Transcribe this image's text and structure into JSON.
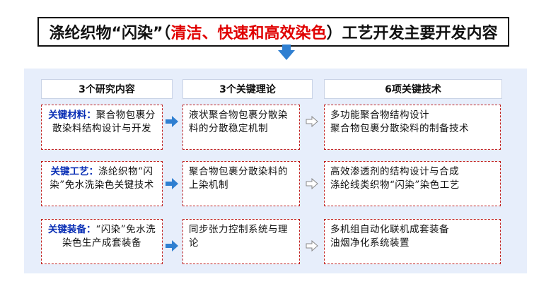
{
  "title": {
    "prefix": "涤纶织物“闪染”（",
    "highlight": "清洁、快速和高效染色",
    "suffix": "）工艺开发主要开发内容"
  },
  "columns": [
    {
      "header": "3个研究内容"
    },
    {
      "header": "3个关键理论"
    },
    {
      "header": "6项关键技术"
    }
  ],
  "rows": [
    {
      "keyword": "关键材料：",
      "content": "聚合物包裹分散染料结构设计与开发",
      "theory": "液状聚合物包裹分散染料的分散稳定机制",
      "tech_lines": [
        "多功能聚合物结构设计",
        "聚合物包裹分散染料的制备技术"
      ]
    },
    {
      "keyword": "关键工艺：",
      "content": "涤纶织物“闪染”免水洗染色关键技术",
      "theory": "聚合物包裹分散染料的上染机制",
      "tech_lines": [
        "高效渗透剂的结构设计与合成",
        "涤纶线类织物“闪染”染色工艺"
      ]
    },
    {
      "keyword": "关键装备：",
      "content": "“闪染”免水洗染色生产成套装备",
      "theory": "同步张力控制系统与理论",
      "tech_lines": [
        "多机组自动化联机成套装备",
        "油烟净化系统装置"
      ]
    }
  ],
  "colors": {
    "accent_red": "#e00000",
    "keyword_blue": "#0a2fb5",
    "arrow_blue": "#2f7fd1",
    "panel_bg": "#e7eefb",
    "cell_border": "#c02020"
  },
  "icons": {
    "flow_down": "down-arrow-icon",
    "solid_arrow": "arrow-right-solid-icon",
    "hollow_arrow": "arrow-right-hollow-icon"
  }
}
